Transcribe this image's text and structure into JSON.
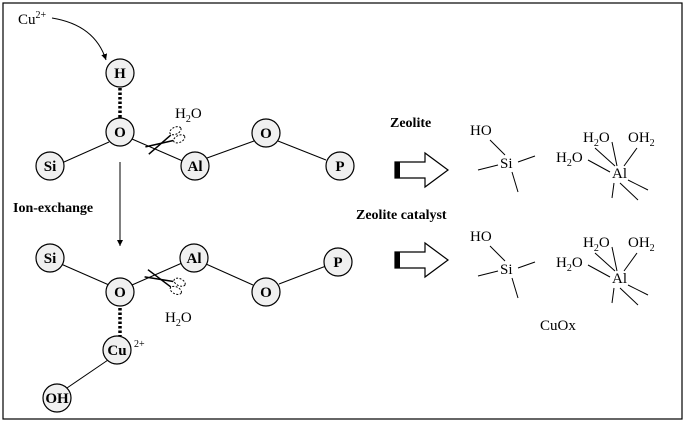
{
  "diagram": {
    "top": {
      "cu_ion": "Cu",
      "cu_ion_charge": "2+",
      "atoms": {
        "h": "H",
        "o1": "O",
        "si": "Si",
        "al": "Al",
        "o2": "O",
        "p": "P"
      },
      "water": {
        "main": "H",
        "sub": "2",
        "tail": "O"
      }
    },
    "ion_exchange_label": "Ion-exchange",
    "bottom": {
      "atoms": {
        "si": "Si",
        "o1": "O",
        "al": "Al",
        "o2": "O",
        "p": "P",
        "cu": "Cu",
        "cu_charge": "2+",
        "oh": "OH"
      },
      "water": {
        "main": "H",
        "sub": "2",
        "tail": "O"
      }
    },
    "labels": {
      "zeolite": "Zeolite",
      "zeolite_catalyst": "Zeolite catalyst",
      "cuox": "CuOx"
    },
    "products": {
      "ho": "HO",
      "si": "Si",
      "al": "Al",
      "h2o_h": "H",
      "h2o_sub": "2",
      "h2o_o": "O",
      "oh_o": "OH",
      "oh_sub": "2",
      "ho_h": "H",
      "ho_sub": "2",
      "ho_o": "O"
    }
  }
}
